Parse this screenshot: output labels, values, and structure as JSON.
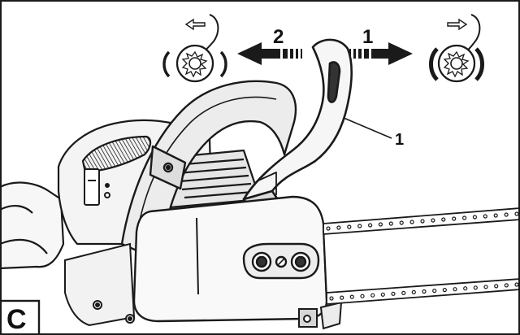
{
  "panel_letter": "C",
  "step_left": "2",
  "step_right": "1",
  "callout_number": "1",
  "icons": {
    "left": "brake-released-icon",
    "right": "brake-engaged-icon",
    "hint_left": "arrow-left-icon",
    "hint_right": "arrow-right-icon"
  },
  "colors": {
    "line": "#1a1a1a",
    "light_fill": "#f2f2f2",
    "mid_fill": "#d9d9d9",
    "dark_fill": "#333333",
    "hint_arrow": "#bdbdbd"
  }
}
